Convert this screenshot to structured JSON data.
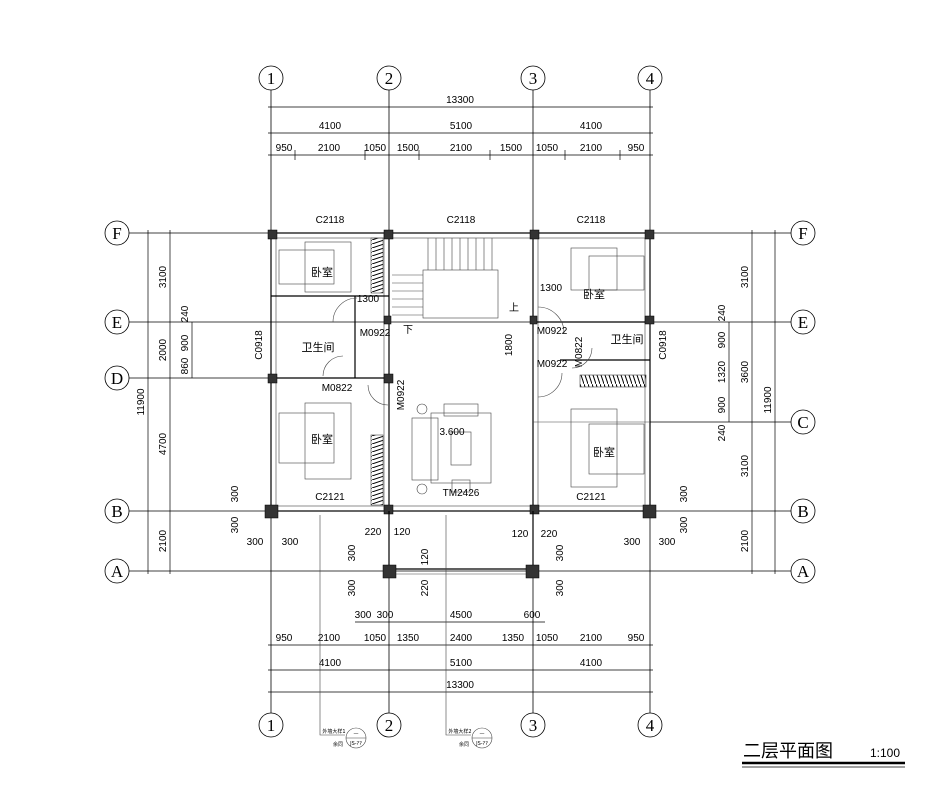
{
  "axes": {
    "columns": [
      "1",
      "2",
      "3",
      "4"
    ],
    "rows": [
      "F",
      "E",
      "D",
      "C",
      "B",
      "A"
    ]
  },
  "dims": {
    "top_total": "13300",
    "top_bays": [
      "4100",
      "5100",
      "4100"
    ],
    "top_detail": [
      "950",
      "2100",
      "1050",
      "1500",
      "2100",
      "1500",
      "1050",
      "2100",
      "950"
    ],
    "bottom_porch": [
      "300",
      "300",
      "4500",
      "600"
    ],
    "bottom_detail": [
      "950",
      "2100",
      "1050",
      "1350",
      "2400",
      "1350",
      "1050",
      "2100",
      "950"
    ],
    "bottom_bays": [
      "4100",
      "5100",
      "4100"
    ],
    "bottom_total": "13300",
    "left_total": "11900",
    "left_bays": [
      "3100",
      "2000",
      "4700",
      "2100"
    ],
    "left_detail": [
      "240",
      "900",
      "860"
    ],
    "right_total": "11900",
    "right_bays": [
      "3100",
      "3600",
      "3100",
      "2100"
    ],
    "right_detail": [
      "240",
      "900",
      "1320",
      "900",
      "240"
    ],
    "side_300": [
      "300",
      "300",
      "300",
      "300",
      "300",
      "300",
      "300",
      "300"
    ],
    "porch_walls": [
      "220",
      "120",
      "120",
      "220",
      "300",
      "300",
      "120",
      "220",
      "300",
      "300"
    ]
  },
  "rooms": {
    "bedroom": "卧室",
    "bathroom": "卫生间"
  },
  "labels": {
    "window_top": "C2118",
    "window_bottom": "C2121",
    "window_side": "C0918",
    "door_m0922": "M0922",
    "door_m0822": "M0822",
    "door_tm2426": "TM2426",
    "dim_1300": "1300",
    "dim_1800": "1800",
    "stair_down": "下",
    "stair_up": "上",
    "elevation": "3.600"
  },
  "details": [
    {
      "name": "外墙大样1",
      "note": "余同",
      "ref": "—",
      "sheet": "JS-??"
    },
    {
      "name": "外墙大样2",
      "note": "余同",
      "ref": "—",
      "sheet": "JS-??"
    }
  ],
  "title": {
    "text": "二层平面图",
    "scale": "1:100"
  }
}
